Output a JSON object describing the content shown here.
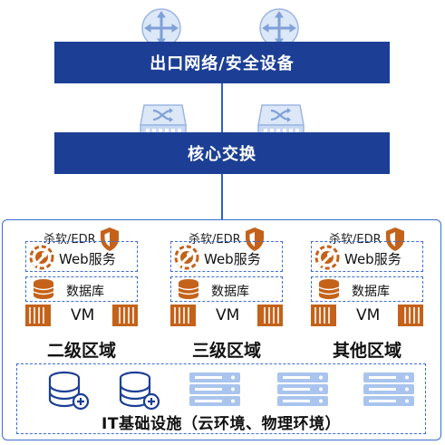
{
  "network": {
    "top_band": "出口网络/安全设备",
    "core_band": "核心交换"
  },
  "zones": [
    {
      "edr": "杀软/EDR",
      "web": "Web服务",
      "db": "数据库",
      "vm": "VM",
      "title": "二级区域"
    },
    {
      "edr": "杀软/EDR",
      "web": "Web服务",
      "db": "数据库",
      "vm": "VM",
      "title": "三级区域"
    },
    {
      "edr": "杀软/EDR",
      "web": "Web服务",
      "db": "数据库",
      "vm": "VM",
      "title": "其他区域"
    }
  ],
  "infrastructure": {
    "title": "IT基础设施（云环境、物理环境）"
  },
  "colors": {
    "band": "#1c3f95",
    "accent_blue": "#3d6cd6",
    "orange": "#c4621a",
    "light_blue": "#a9c4ee"
  }
}
